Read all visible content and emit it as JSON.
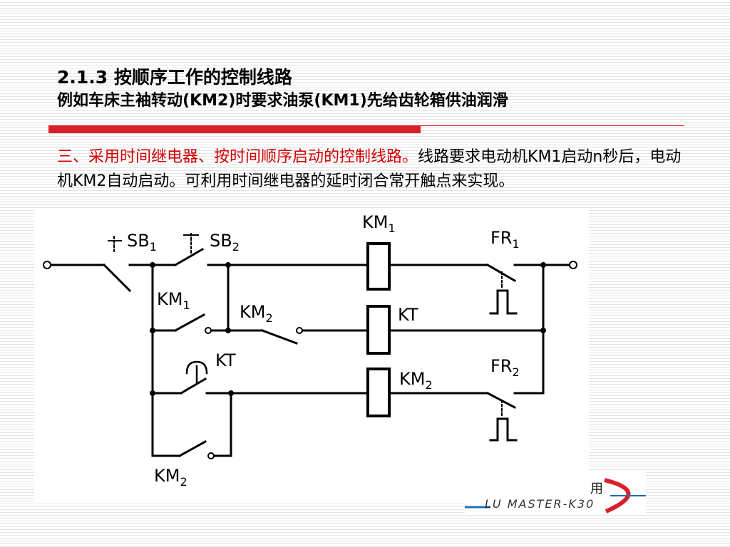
{
  "slide": {
    "title_number": "2.1.3",
    "title_text": "按顺序工作的控制线路",
    "subtitle_prefix": "例如车床主袖转动",
    "subtitle_km2": "(KM2)",
    "subtitle_mid": "时要求油泵",
    "subtitle_km1": "(KM1)",
    "subtitle_suffix": "先给齿轮箱供油润滑",
    "para_red": "三、采用时间继电器、按时间顺序启动的控制线路。",
    "para_black": "线路要求电动机KM1启动n秒后，电动机KM2自动启动。可利用时间继电器的延时闭合常开触点来实现。"
  },
  "diagram": {
    "labels": {
      "sb1": "SB",
      "sb1_sub": "1",
      "sb2": "SB",
      "sb2_sub": "2",
      "km1_top": "KM",
      "km1_top_sub": "1",
      "fr1": "FR",
      "fr1_sub": "1",
      "km1_left": "KM",
      "km1_left_sub": "1",
      "km2_mid": "KM",
      "km2_mid_sub": "2",
      "kt_coil": "KT",
      "kt_contact": "KT",
      "km2_coil": "KM",
      "km2_coil_sub": "2",
      "fr2": "FR",
      "fr2_sub": "2",
      "km2_bottom": "KM",
      "km2_bottom_sub": "2"
    },
    "colors": {
      "line": "#000000"
    }
  },
  "logo": {
    "char": "用",
    "text": "LU MASTER-K30",
    "colors": {
      "swoosh": "#d9202a",
      "accent": "#1a6fb5"
    }
  },
  "colors": {
    "accent_red": "#d9202a",
    "text_red": "#d10000"
  }
}
